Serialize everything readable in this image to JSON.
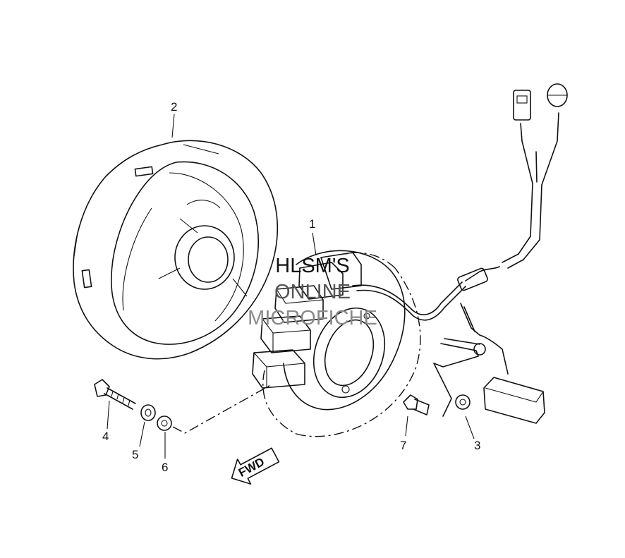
{
  "diagram": {
    "callouts": [
      "1",
      "2",
      "3",
      "4",
      "5",
      "6",
      "7"
    ],
    "arrow_label": "FWD",
    "watermark": [
      "HLSM'S",
      "ONLINE",
      "MICROFICHE"
    ],
    "parts": [
      "stator-assembly",
      "rotor-flywheel",
      "pickup-coil-bracket",
      "bolt",
      "lock-washer",
      "plain-washer",
      "screw"
    ]
  }
}
